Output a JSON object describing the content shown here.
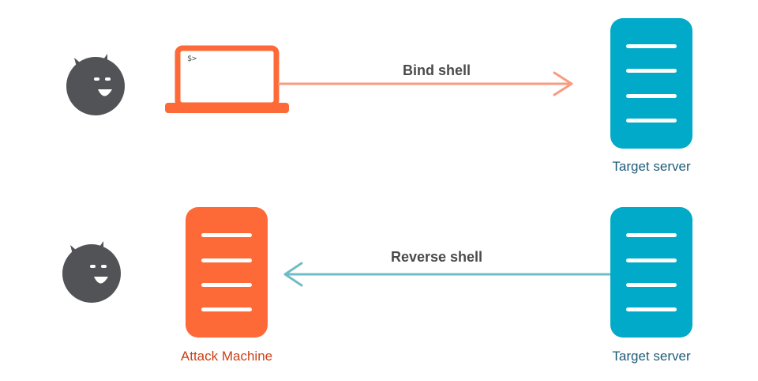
{
  "diagram": {
    "bind_shell": {
      "label": "Bind shell",
      "arrow_color": "#fa9a7e",
      "target_label": "Target server",
      "target_color": "#00aac8",
      "terminal_prompt": "$>"
    },
    "reverse_shell": {
      "label": "Reverse shell",
      "arrow_color": "#6fbcc8",
      "attacker_label": "Attack Machine",
      "attacker_color": "#fd6a38",
      "target_label": "Target server",
      "target_color": "#00aac8"
    },
    "colors": {
      "attacker_face": "#525357",
      "laptop": "#fd6a38",
      "target_label_text": "#1f5c7a",
      "attacker_label_text": "#c84016"
    },
    "icons": {
      "attacker": "devil-face-icon",
      "laptop": "laptop-terminal-icon",
      "server": "server-icon"
    }
  }
}
